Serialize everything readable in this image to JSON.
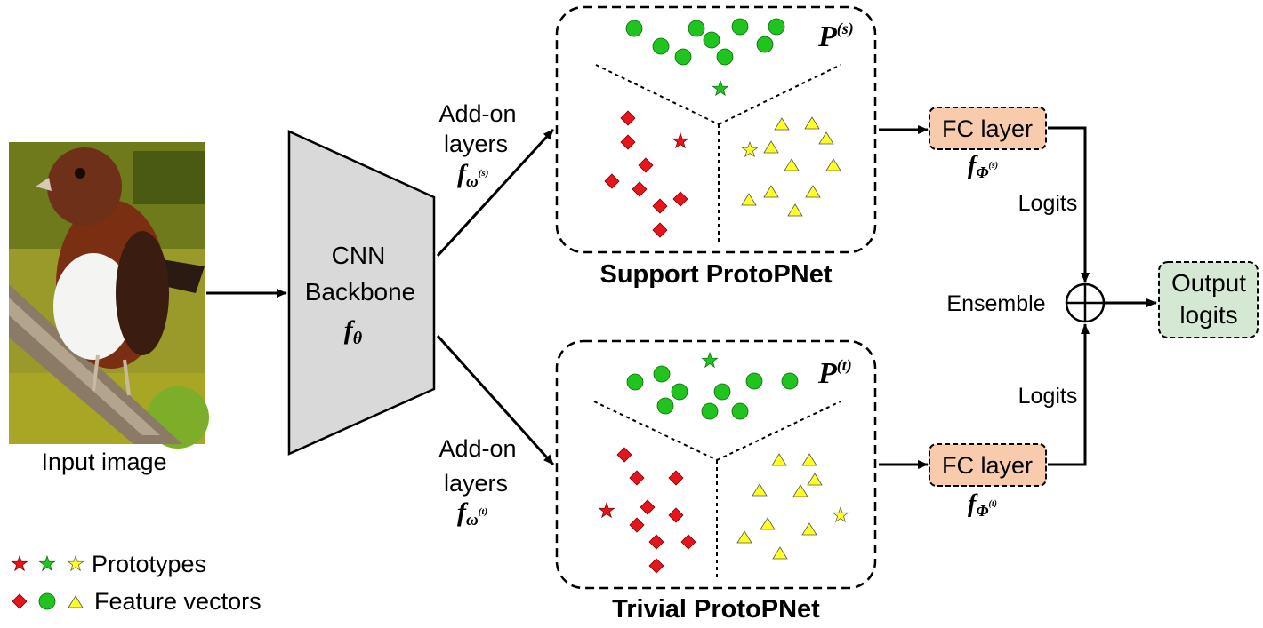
{
  "input": {
    "caption": "Input image"
  },
  "backbone": {
    "line1": "CNN",
    "line2": "Backbone",
    "symbol": "f",
    "subscript": "θ"
  },
  "support": {
    "addon_line1": "Add-on",
    "addon_line2": "layers",
    "addon_symbol": "f",
    "addon_sub": "ω",
    "addon_sup": "(s)",
    "proto_symbol": "P",
    "proto_sup": "(s)",
    "name": "Support ProtoPNet",
    "fc_label": "FC layer",
    "fc_symbol": "f",
    "fc_sub": "Φ",
    "fc_sup": "(s)",
    "logits": "Logits"
  },
  "trivial": {
    "addon_line1": "Add-on",
    "addon_line2": "layers",
    "addon_symbol": "f",
    "addon_sub": "ω",
    "addon_sup": "(t)",
    "proto_symbol": "P",
    "proto_sup": "(t)",
    "name": "Trivial ProtoPNet",
    "fc_label": "FC layer",
    "fc_symbol": "f",
    "fc_sub": "Φ",
    "fc_sup": "(t)",
    "logits": "Logits"
  },
  "ensemble": {
    "label": "Ensemble"
  },
  "output": {
    "line1": "Output",
    "line2": "logits"
  },
  "legend": {
    "prototypes": "Prototypes",
    "features": "Feature vectors"
  },
  "colors": {
    "red": "#e8141b",
    "green": "#1fc41f",
    "yellow": "#ffff22",
    "fc_fill": "#f8cbad",
    "out_fill": "#d5e8d4",
    "backbone_fill": "#d9d9d9"
  }
}
